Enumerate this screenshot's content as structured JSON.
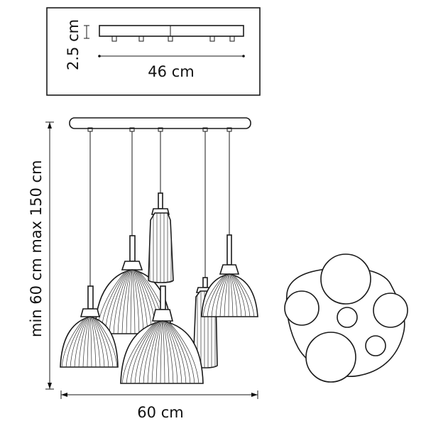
{
  "inset": {
    "height_label": "2.5 cm",
    "width_label": "46 cm"
  },
  "main": {
    "height_label": "min 60 cm max 150 cm",
    "width_label": "60 cm"
  }
}
